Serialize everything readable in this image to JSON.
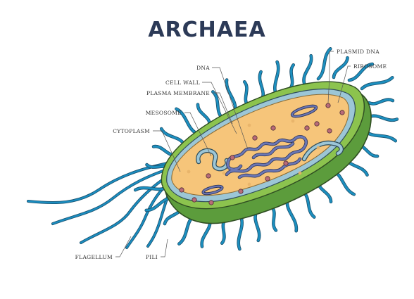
{
  "title": "ARCHAEA",
  "labels": {
    "plasmid_dna": "PLASMID DNA",
    "ribosome": "RIBOSOME",
    "dna": "DNA",
    "cell_wall": "CELL WALL",
    "plasma_membrane": "PLASMA MEMBRANE",
    "mesosome": "MESOSOME",
    "cytoplasm": "CYTOPLASM",
    "flagellum": "FLAGELLUM",
    "pili": "PILI"
  },
  "colors": {
    "title": "#2c3a57",
    "cell_wall_outer": "#5c9c3c",
    "cell_wall_inner": "#8cc34e",
    "cytoplasm": "#f6c57a",
    "membrane": "#9cc6d6",
    "pili": "#1c8fbf",
    "dna": "#6b77b5",
    "ribosome": "#b96b78"
  }
}
